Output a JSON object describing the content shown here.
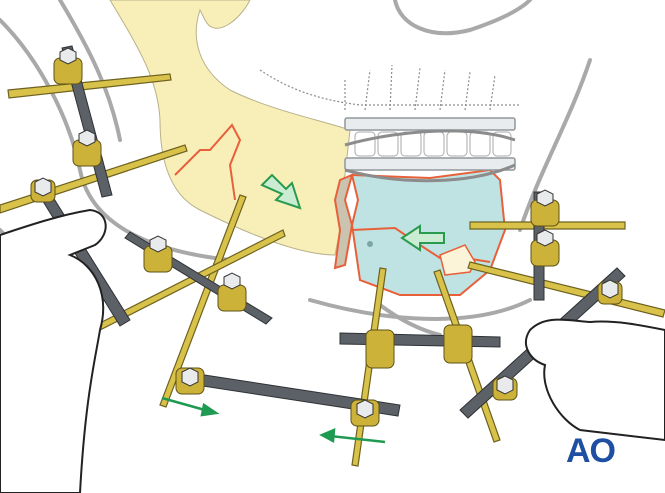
{
  "illustration": {
    "subject": "External fixator on fractured mandible with reduction arrows",
    "colors": {
      "bone_left": "#f7eeb8",
      "bone_segment": "#bfe3e3",
      "fracture_line": "#e8603a",
      "arrow_fill": "#c9ecd2",
      "arrow_stroke": "#2a9a4e",
      "pin": "#d9c24a",
      "pin_dark": "#8a7a20",
      "rod": "#5b6166",
      "clamp": "#cdb23a",
      "nut": "#e8eaec",
      "outline": "#9a9a9a",
      "hand_stroke": "#222222",
      "move_arrow": "#1f9a52"
    },
    "arrows": [
      {
        "name": "reduction-arrow-right",
        "direction": "down-right"
      },
      {
        "name": "reduction-arrow-left",
        "direction": "left"
      }
    ]
  },
  "logo": {
    "text": "AO",
    "color": "#1e4fa3"
  }
}
